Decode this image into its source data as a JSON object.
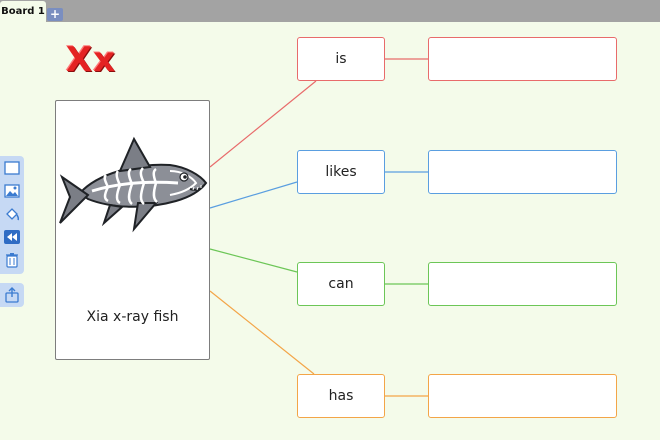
{
  "tabs": [
    {
      "label": "Board 1"
    }
  ],
  "add_tab": {
    "label": "+"
  },
  "title": "Xx",
  "card": {
    "label": "Xia x-ray fish",
    "image": "x-ray-fish-illustration"
  },
  "words": [
    {
      "label": "is",
      "color": "#e86b6b"
    },
    {
      "label": "likes",
      "color": "#5a9ee0"
    },
    {
      "label": "can",
      "color": "#6cc657"
    },
    {
      "label": "has",
      "color": "#f3a548"
    }
  ],
  "answers": [
    {
      "value": "",
      "color": "#e86b6b"
    },
    {
      "value": "",
      "color": "#5a9ee0"
    },
    {
      "value": "",
      "color": "#6cc657"
    },
    {
      "value": "",
      "color": "#f3a548"
    }
  ],
  "toolbar": {
    "icons": [
      "rectangle-icon",
      "image-icon",
      "fill-icon",
      "rewind-icon",
      "trash-icon"
    ],
    "share_icon": "share-icon"
  }
}
